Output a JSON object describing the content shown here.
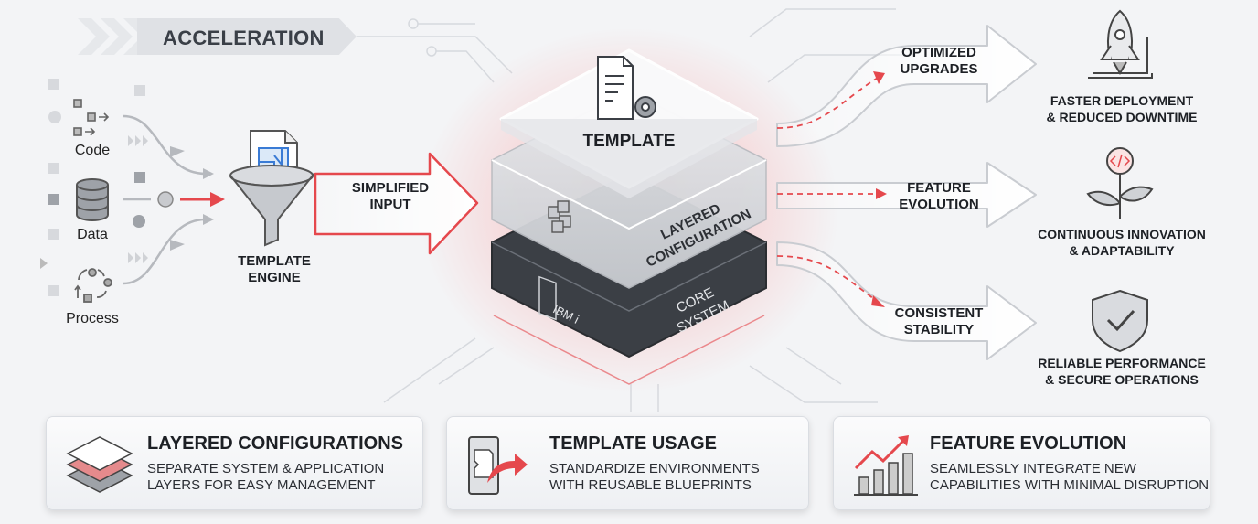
{
  "banner": {
    "title": "ACCELERATION"
  },
  "inputs": [
    {
      "label": "Code",
      "icon": "code-blocks-icon"
    },
    {
      "label": "Data",
      "icon": "database-icon"
    },
    {
      "label": "Process",
      "icon": "process-cycle-icon"
    }
  ],
  "engine": {
    "line1": "TEMPLATE",
    "line2": "ENGINE"
  },
  "simplified_arrow": {
    "line1": "SIMPLIFIED",
    "line2": "INPUT"
  },
  "stack": {
    "top": "TEMPLATE",
    "middle_line1": "LAYERED",
    "middle_line2": "CONFIGURATION",
    "core_line1": "CORE",
    "core_line2": "SYSTEM",
    "core_badge": "IBM i"
  },
  "outputs": [
    {
      "arrow1": "OPTIMIZED",
      "arrow2": "UPGRADES",
      "result1": "FASTER DEPLOYMENT",
      "result2": "& REDUCED DOWNTIME",
      "icon": "rocket-icon"
    },
    {
      "arrow1": "FEATURE",
      "arrow2": "EVOLUTION",
      "result1": "CONTINUOUS INNOVATION",
      "result2": "& ADAPTABILITY",
      "icon": "plant-code-icon"
    },
    {
      "arrow1": "CONSISTENT",
      "arrow2": "STABILITY",
      "result1": "RELIABLE PERFORMANCE",
      "result2": "& SECURE OPERATIONS",
      "icon": "shield-check-icon"
    }
  ],
  "cards": [
    {
      "title": "LAYERED CONFIGURATIONS",
      "desc1": "SEPARATE SYSTEM & APPLICATION",
      "desc2": "LAYERS FOR EASY MANAGEMENT"
    },
    {
      "title": "TEMPLATE USAGE",
      "desc1": "STANDARDIZE ENVIRONMENTS",
      "desc2": "WITH REUSABLE BLUEPRINTS"
    },
    {
      "title": "FEATURE EVOLUTION",
      "desc1": "SEAMLESSLY INTEGRATE NEW",
      "desc2": "CAPABILITIES WITH MINIMAL DISRUPTION"
    }
  ],
  "colors": {
    "accent": "#e5484d",
    "dark": "#3b3f45",
    "bg": "#f3f4f6"
  }
}
